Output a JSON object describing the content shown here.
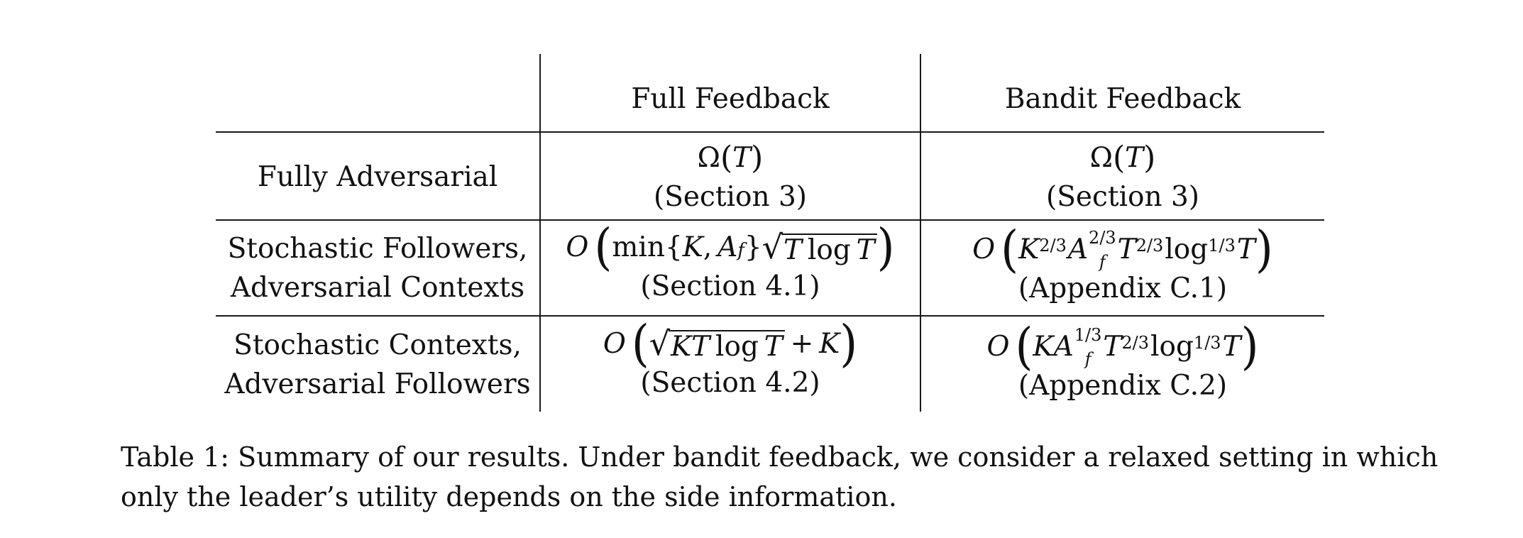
{
  "table": {
    "columns": [
      "Full Feedback",
      "Bandit Feedback"
    ],
    "rows": [
      {
        "label_lines": [
          "Fully Adversarial"
        ],
        "full": {
          "bound": "Ω(T)",
          "ref": "(Section 3)"
        },
        "bandit": {
          "bound": "Ω(T)",
          "ref": "(Section 3)"
        }
      },
      {
        "label_lines": [
          "Stochastic Followers,",
          "Adversarial Contexts"
        ],
        "full": {
          "bound": "O(min{K, A_f} √(T log T))",
          "ref": "(Section 4.1)"
        },
        "bandit": {
          "bound": "O(K^{2/3} A_f^{2/3} T^{2/3} log^{1/3} T)",
          "ref": "(Appendix C.1)"
        }
      },
      {
        "label_lines": [
          "Stochastic Contexts,",
          "Adversarial Followers"
        ],
        "full": {
          "bound": "O(√(KT log T) + K)",
          "ref": "(Section 4.2)"
        },
        "bandit": {
          "bound": "O(K A_f^{1/3} T^{2/3} log^{1/3} T)",
          "ref": "(Appendix C.2)"
        }
      }
    ]
  },
  "caption": {
    "line1": "Table 1: Summary of our results. Under bandit feedback, we consider a relaxed setting in which",
    "line2": "only the leader’s utility depends on the side information."
  },
  "math": {
    "omega": "Ω",
    "T": "T",
    "O": "O",
    "K": "K",
    "A": "A",
    "f": "f",
    "min": "min",
    "log": "log",
    "two_thirds": "2/3",
    "one_third": "1/3",
    "sqrt": "√",
    "plus": "+"
  }
}
